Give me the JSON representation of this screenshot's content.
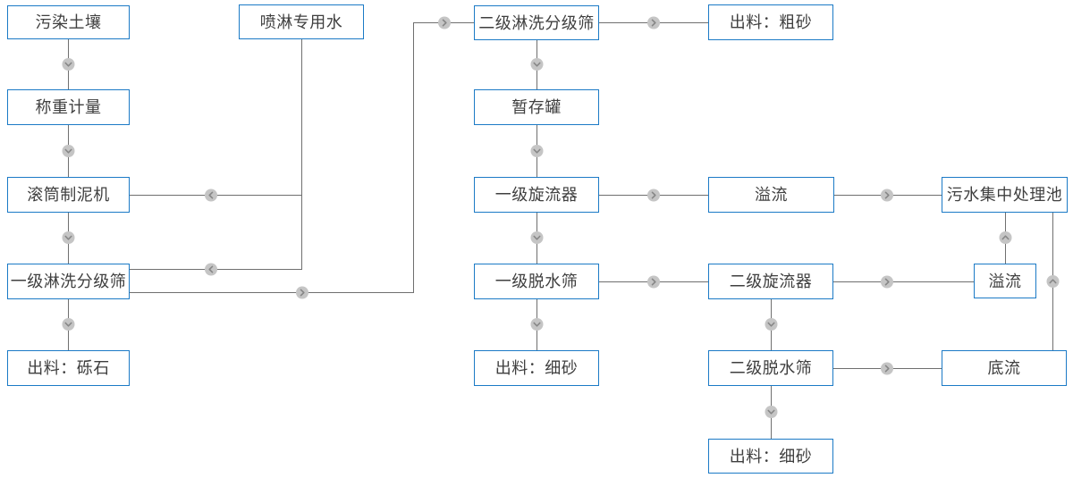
{
  "diagram": {
    "type": "flowchart",
    "language": "zh-CN",
    "colors": {
      "node_border": "#1b7ac6",
      "node_fill": "#ffffff",
      "node_text": "#3f3f3f",
      "wire": "#6f6f6f",
      "arrow_circle_fill": "#c5c5c5",
      "arrow_chevron": "#878787"
    },
    "nodes": [
      {
        "id": "soil",
        "label": "污染土壤"
      },
      {
        "id": "spray-water",
        "label": "喷淋专用水"
      },
      {
        "id": "weighing",
        "label": "称重计量"
      },
      {
        "id": "drum-mud-maker",
        "label": "滚筒制泥机"
      },
      {
        "id": "washing-screen-1",
        "label": "一级淋洗分级筛"
      },
      {
        "id": "out-gravel",
        "label": "出料：砾石"
      },
      {
        "id": "washing-screen-2",
        "label": "二级淋洗分级筛"
      },
      {
        "id": "out-coarse-sand",
        "label": "出料：粗砂"
      },
      {
        "id": "buffer-tank",
        "label": "暂存罐"
      },
      {
        "id": "cyclone-1",
        "label": "一级旋流器"
      },
      {
        "id": "overflow-1",
        "label": "溢流"
      },
      {
        "id": "sewage-pool",
        "label": "污水集中处理池"
      },
      {
        "id": "dewater-screen-1",
        "label": "一级脱水筛"
      },
      {
        "id": "cyclone-2",
        "label": "二级旋流器"
      },
      {
        "id": "overflow-2",
        "label": "溢流"
      },
      {
        "id": "out-fine-sand-1",
        "label": "出料：细砂"
      },
      {
        "id": "dewater-screen-2",
        "label": "二级脱水筛"
      },
      {
        "id": "underflow",
        "label": "底流"
      },
      {
        "id": "out-fine-sand-2",
        "label": "出料：细砂"
      }
    ],
    "edges": [
      {
        "from": "soil",
        "to": "weighing"
      },
      {
        "from": "weighing",
        "to": "drum-mud-maker"
      },
      {
        "from": "spray-water",
        "to": "drum-mud-maker"
      },
      {
        "from": "spray-water",
        "to": "washing-screen-1"
      },
      {
        "from": "drum-mud-maker",
        "to": "washing-screen-1"
      },
      {
        "from": "washing-screen-1",
        "to": "out-gravel"
      },
      {
        "from": "washing-screen-1",
        "to": "washing-screen-2"
      },
      {
        "from": "washing-screen-2",
        "to": "out-coarse-sand"
      },
      {
        "from": "washing-screen-2",
        "to": "buffer-tank"
      },
      {
        "from": "buffer-tank",
        "to": "cyclone-1"
      },
      {
        "from": "cyclone-1",
        "to": "overflow-1"
      },
      {
        "from": "overflow-1",
        "to": "sewage-pool"
      },
      {
        "from": "cyclone-1",
        "to": "dewater-screen-1"
      },
      {
        "from": "dewater-screen-1",
        "to": "cyclone-2"
      },
      {
        "from": "dewater-screen-1",
        "to": "out-fine-sand-1"
      },
      {
        "from": "cyclone-2",
        "to": "overflow-2"
      },
      {
        "from": "overflow-2",
        "to": "sewage-pool"
      },
      {
        "from": "cyclone-2",
        "to": "dewater-screen-2"
      },
      {
        "from": "dewater-screen-2",
        "to": "underflow"
      },
      {
        "from": "underflow",
        "to": "sewage-pool"
      },
      {
        "from": "dewater-screen-2",
        "to": "out-fine-sand-2"
      }
    ]
  }
}
